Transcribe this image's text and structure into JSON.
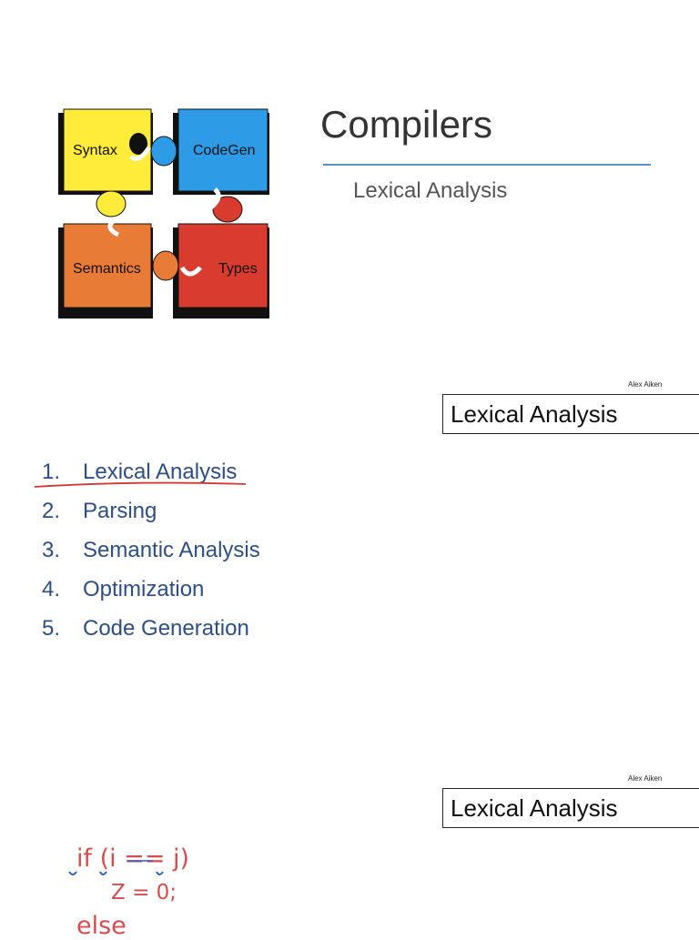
{
  "colors": {
    "syntax": "#ffec3a",
    "codegen": "#2e9be6",
    "semantics": "#e87b35",
    "types": "#d93b2e",
    "title_rule": "#5b8fc7",
    "list_text": "#2b4f86",
    "annotation_red": "#d23a3a",
    "annotation_blue": "#2b5fd0"
  },
  "slide1": {
    "logo": {
      "syntax_label": "Syntax",
      "codegen_label": "CodeGen",
      "semantics_label": "Semantics",
      "types_label": "Types"
    },
    "title": "Compilers",
    "subtitle": "Lexical Analysis"
  },
  "slide2": {
    "author": "Alex Aiken",
    "header": "Lexical Analysis",
    "items": [
      {
        "num": "1.",
        "label": "Lexical Analysis"
      },
      {
        "num": "2.",
        "label": "Parsing"
      },
      {
        "num": "3.",
        "label": "Semantic Analysis"
      },
      {
        "num": "4.",
        "label": "Optimization"
      },
      {
        "num": "5.",
        "label": "Code Generation"
      }
    ]
  },
  "slide3": {
    "author": "Alex Aiken",
    "header": "Lexical Analysis",
    "code": {
      "line1": "if (i == j)",
      "line2": "Z = 0;",
      "line3": "else"
    }
  }
}
